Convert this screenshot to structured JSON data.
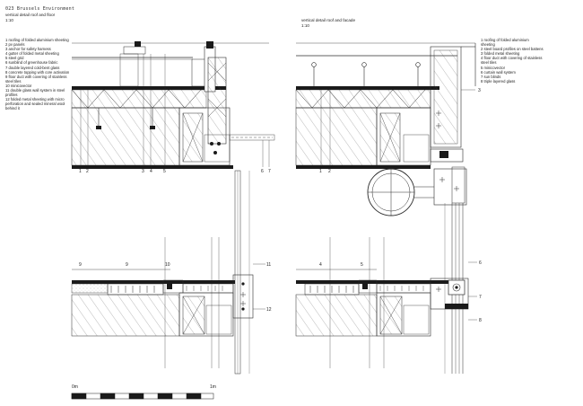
{
  "project_title": "023 Brussels Environment",
  "left_view": {
    "subtitle": "vertical detail roof and floor",
    "scale": "1:10",
    "legend": [
      "1 roofing of folded aluminium sheeting",
      "2 pv panels",
      "3 anchor for safety harness",
      "4 gutter of folded metal sheeting",
      "5 steel grid",
      "6 sunblind of greenhouse fabric",
      "7 double layered cold-bent glass",
      "8 concrete topping with core activation",
      "9 floor duct with covering of stainless steel tiles",
      "10 minicovector",
      "11 double glass wall system in steel profiles",
      "12 folded metal sheeting with micro perforation and sealed mineral wool behind it"
    ],
    "callouts": [
      "1",
      "2",
      "3",
      "4",
      "5",
      "6",
      "7",
      "9",
      "9",
      "10",
      "11",
      "12"
    ]
  },
  "right_view": {
    "subtitle": "vertical detail roof and facade",
    "scale": "1:10",
    "legend": [
      "1 roofing of folded aluminium sheeting",
      "2 steel board profiles on steel battens",
      "3 folded metal sheeting",
      "4 floor duct with covering of stainless steel tiles",
      "5 minicovector",
      "6 curtain wall system",
      "7 sun blinds",
      "8 triple layered glass"
    ],
    "callouts": [
      "1",
      "2",
      "3",
      "4",
      "5",
      "6",
      "7",
      "8"
    ]
  },
  "scale_bar": {
    "start_label": "0m",
    "end_label": "1m"
  },
  "colors": {
    "line": "#2b2b2b",
    "text": "#222222",
    "fill_dark": "#1a1a1a",
    "hatch": "#555555"
  }
}
